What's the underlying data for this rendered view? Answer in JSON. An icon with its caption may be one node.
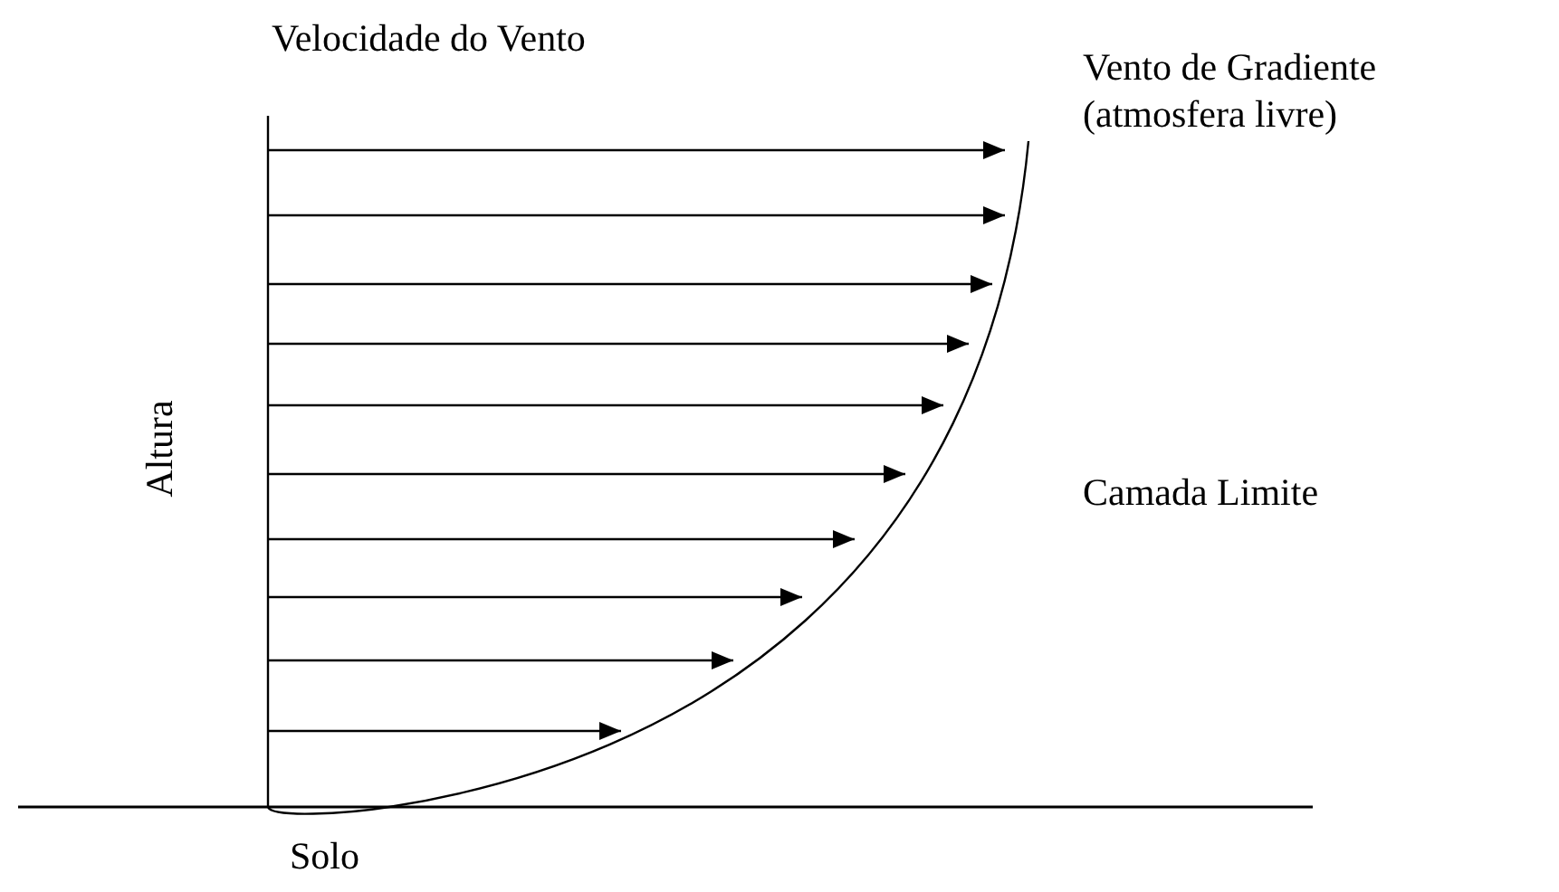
{
  "diagram": {
    "labels": [
      "Velocidade do Vento",
      "Vento de Gradiente (atmosfera livre)",
      "Altura",
      "Camada Limite",
      "Solo"
    ]
  }
}
